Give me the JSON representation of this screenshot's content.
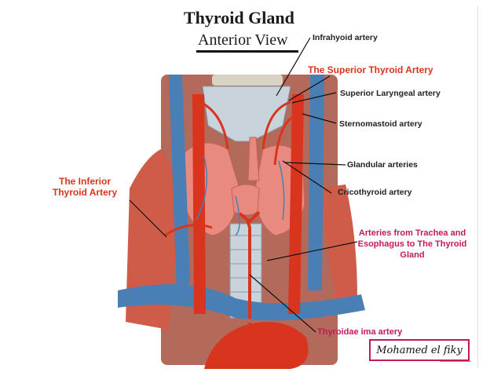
{
  "title": "Thyroid Gland",
  "subtitle": "Anterior View",
  "labels": {
    "infrahyoid": "Infrahyoid artery",
    "superior_thyroid": "The Superior Thyroid Artery",
    "superior_laryngeal": "Superior Laryngeal artery",
    "sternomastoid": "Sternomastoid artery",
    "glandular": "Glandular arteries",
    "cricothyroid": "Cricothyroid artery",
    "inferior_thyroid": "The Inferior Thyroid Artery",
    "trachea_esophagus": "Arteries from Trachea and Esophagus to The Thyroid Gland",
    "thyroidea_ima": "Thyroidae ima artery"
  },
  "signature": "Mohamed el fiky",
  "colors": {
    "artery": "#d8341e",
    "vein": "#4a7fb5",
    "gland": "#e98a80",
    "cartilage": "#c9d3dc",
    "accent_label": "#c21a5a"
  }
}
